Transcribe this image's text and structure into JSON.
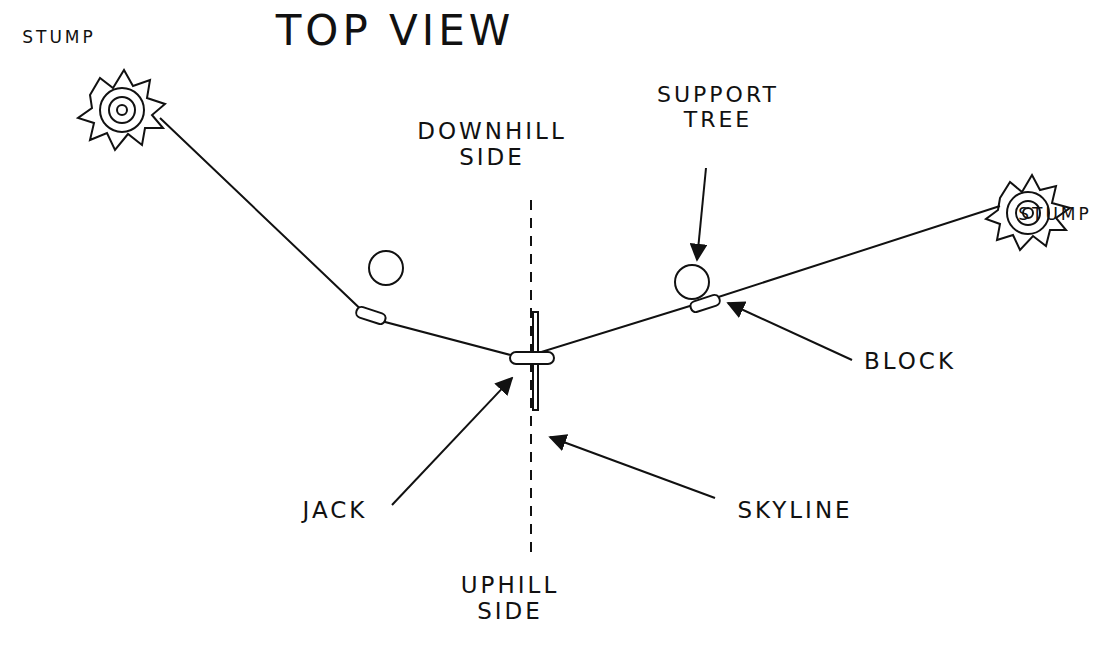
{
  "diagram": {
    "title": "TOP VIEW",
    "labels": [
      "STUMP",
      "STUMP",
      "SUPPORT TREE",
      "DOWNHILL SIDE",
      "BLOCK",
      "JACK",
      "SKYLINE",
      "UPHILL SIDE"
    ]
  }
}
